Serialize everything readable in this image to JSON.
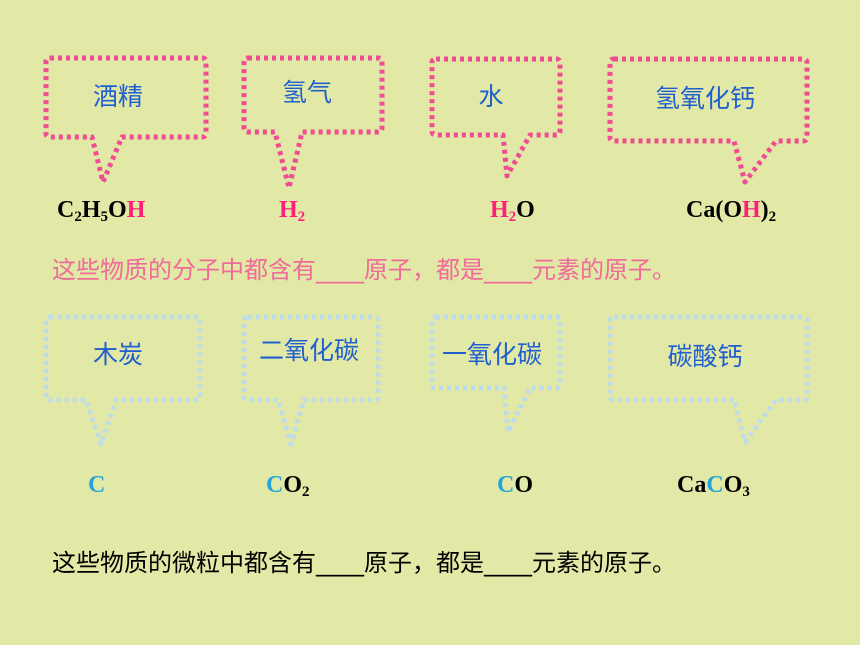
{
  "colors": {
    "background": "#e2e8a6",
    "bubble_row1_border": "#f04c93",
    "bubble_row2_border": "#bfdde8",
    "label_text": "#1f5fd0",
    "formula_highlight_h": "#ff1f7a",
    "formula_highlight_c": "#22a5d8",
    "sentence1_text": "#f06a9a",
    "sentence2_text": "#000000"
  },
  "row1": {
    "labels": [
      "酒精",
      "氢气",
      "水",
      "氢氧化钙"
    ],
    "f1": {
      "a": "C",
      "b": "2",
      "c": "H",
      "d": "5",
      "e": "O",
      "f": "H"
    },
    "f2": {
      "a": "H",
      "b": "2"
    },
    "f3": {
      "a": "H",
      "b": "2",
      "c": "O"
    },
    "f4": {
      "a": "Ca(O",
      "b": "H",
      "c": ")",
      "d": "2"
    },
    "sentence": "这些物质的分子中都含有____原子，都是____元素的原子。"
  },
  "row2": {
    "labels": [
      "木炭",
      "二氧化碳",
      "一氧化碳",
      "碳酸钙"
    ],
    "f1": {
      "a": "C"
    },
    "f2": {
      "a": "C",
      "b": "O",
      "c": "2"
    },
    "f3": {
      "a": "C",
      "b": "O"
    },
    "f4": {
      "a": "Ca",
      "b": "C",
      "c": "O",
      "d": "3"
    },
    "sentence": "这些物质的微粒中都含有____原子，都是____元素的原子。"
  }
}
